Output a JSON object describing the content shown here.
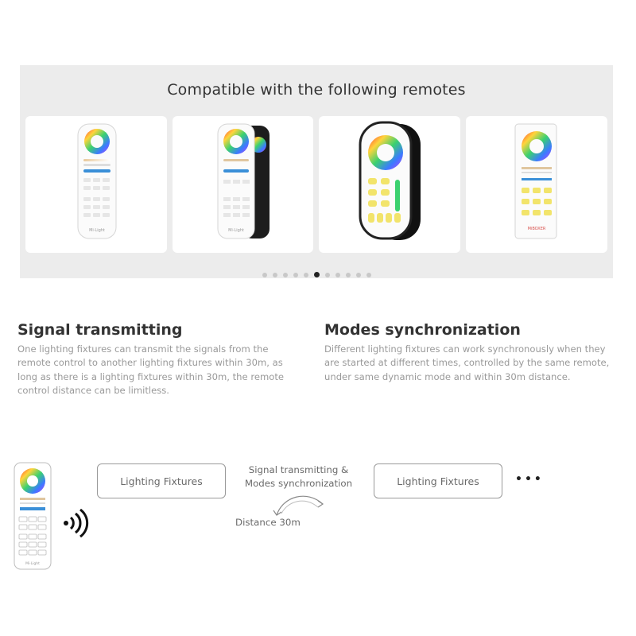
{
  "carousel": {
    "title": "Compatible with the following remotes",
    "remotes": [
      {
        "name": "remote-white-keypad",
        "brand": "Mi·Light"
      },
      {
        "name": "remote-dual-white-black",
        "brand": "Mi·Light"
      },
      {
        "name": "remote-oval-black",
        "brand": ""
      },
      {
        "name": "remote-yellow-buttons",
        "brand": "MiBOXER"
      }
    ],
    "dots_total": 11,
    "active_dot": 5
  },
  "features": [
    {
      "title": "Signal transmitting",
      "description": "One lighting fixtures can transmit the signals from the remote control to another lighting fixtures within 30m, as long as there is a lighting fixtures within 30m, the remote control distance can be limitless."
    },
    {
      "title": "Modes synchronization",
      "description": "Different lighting fixtures can work synchronously when they are started at different times, controlled by the same remote, under same dynamic mode and within 30m distance."
    }
  ],
  "diagram": {
    "fixture_1": "Lighting Fixtures",
    "fixture_2": "Lighting Fixtures",
    "signal_line1": "Signal transmitting &",
    "signal_line2": "Modes synchronization",
    "distance": "Distance 30m",
    "more": "•••",
    "remote_brand": "Mi·Light"
  },
  "colors": {
    "background": "#ffffff",
    "carousel_bg": "#ececec",
    "title_text": "#333333",
    "body_text": "#9a9a9a",
    "button_yellow": "#f2e46b",
    "accent_blue": "#3a8fd8"
  }
}
